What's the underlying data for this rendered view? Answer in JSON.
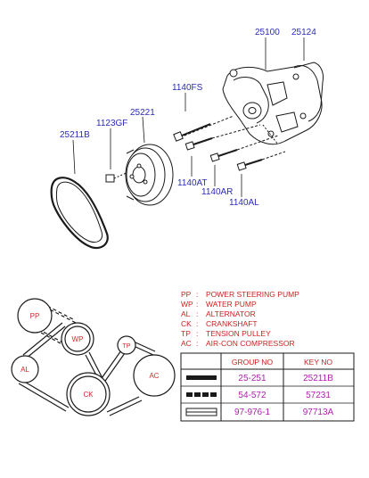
{
  "part_labels": {
    "water_pump": "25100",
    "gasket": "25124",
    "pulley": "25221",
    "belt": "25211B",
    "bolt_fs": "1140FS",
    "bolt_gf": "1123GF",
    "bolt_at": "1140AT",
    "bolt_ar": "1140AR",
    "bolt_al": "1140AL"
  },
  "belt_diagram": {
    "pp": "PP",
    "wp": "WP",
    "al": "AL",
    "ck": "CK",
    "tp": "TP",
    "ac": "AC"
  },
  "legend": [
    {
      "abbr": "PP",
      "sep": ":",
      "desc": "POWER STEERING PUMP"
    },
    {
      "abbr": "WP",
      "sep": ":",
      "desc": "WATER PUMP"
    },
    {
      "abbr": "AL",
      "sep": ":",
      "desc": "ALTERNATOR"
    },
    {
      "abbr": "CK",
      "sep": ":",
      "desc": "CRANKSHAFT"
    },
    {
      "abbr": "TP",
      "sep": ":",
      "desc": "TENSION PULLEY"
    },
    {
      "abbr": "AC",
      "sep": ":",
      "desc": "AIR-CON COMPRESSOR"
    }
  ],
  "table": {
    "headers": [
      "GROUP NO",
      "KEY NO"
    ],
    "rows": [
      {
        "belt_icon": "solid-belt-icon",
        "group_no": "25-251",
        "key_no": "25211B"
      },
      {
        "belt_icon": "dashed-belt-icon",
        "group_no": "54-572",
        "key_no": "57231"
      },
      {
        "belt_icon": "double-belt-icon",
        "group_no": "97-976-1",
        "key_no": "97713A"
      }
    ]
  },
  "colors": {
    "ink": "#1a1a1a",
    "label_blue": "#2b2bb8",
    "legend_red": "#cc1f1f",
    "pulley_red": "#d42a2a",
    "table_magenta": "#b01fb0"
  }
}
